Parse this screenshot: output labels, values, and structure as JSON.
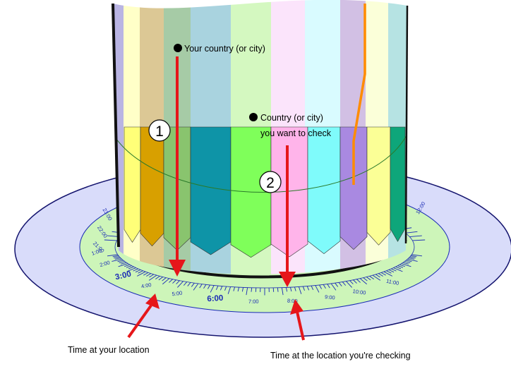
{
  "labels": {
    "your_country": "Your country (or city)",
    "check_country_line1": "Country (or city)",
    "check_country_line2": "you want to check",
    "step1": "1",
    "step2": "2",
    "time_your_location": "Time at your location",
    "time_checking_location": "Time at the location you're checking"
  },
  "dial": {
    "hour_labels": [
      "1:00",
      "2:00",
      "3:00",
      "4:00",
      "5:00",
      "6:00",
      "7:00",
      "8:00",
      "9:00",
      "10:00",
      "11:00",
      "12:00",
      "23:00",
      "22:00",
      "21:00"
    ],
    "highlight_labels": [
      "3:00",
      "6:00"
    ]
  },
  "colors": {
    "plate": "#d9dcfa",
    "dial": "#cdf5b9",
    "ticks": "#1a2bb5",
    "arrow": "#e6161a",
    "boundary_line": "#ff8c00",
    "strips": [
      "#b9b4e3",
      "#ffffc8",
      "#dcc895",
      "#a6cba6",
      "#a9d3df",
      "#d4f8c0",
      "#d4f8c0",
      "#fbe4fb",
      "#d9fbff",
      "#d2c0e4",
      "#fbffd9",
      "#b6e3e3"
    ],
    "tabs": [
      "#ffff78",
      "#d8a000",
      "#89c46e",
      "#0e94a7",
      "#7fff5a",
      "#ffb4ea",
      "#7ffbfb",
      "#a989e1",
      "#fbff96",
      "#0ea67a"
    ]
  }
}
